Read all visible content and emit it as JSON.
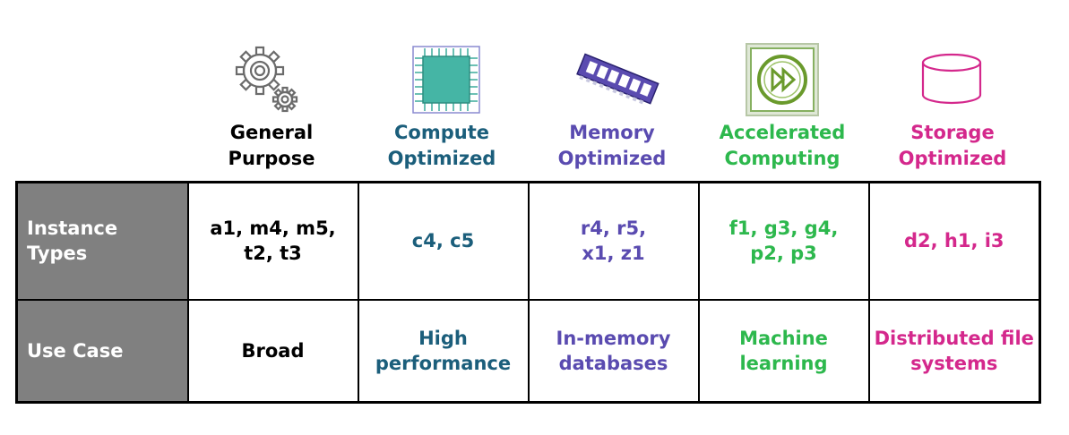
{
  "colors": {
    "general": "#000000",
    "compute": "#1b5e7b",
    "memory": "#5a4bb0",
    "accelerated": "#2db84d",
    "storage": "#d4288c",
    "row_header_bg": "#808080"
  },
  "columns": [
    {
      "key": "general",
      "icon": "gears-icon",
      "heading": [
        "General",
        "Purpose"
      ]
    },
    {
      "key": "compute",
      "icon": "chip-icon",
      "heading": [
        "Compute",
        "Optimized"
      ]
    },
    {
      "key": "memory",
      "icon": "memory-module-icon",
      "heading": [
        "Memory",
        "Optimized"
      ]
    },
    {
      "key": "accelerated",
      "icon": "fast-forward-icon",
      "heading": [
        "Accelerated",
        "Computing"
      ]
    },
    {
      "key": "storage",
      "icon": "database-cylinder-icon",
      "heading": [
        "Storage",
        "Optimized"
      ]
    }
  ],
  "rows": [
    {
      "label": "Instance Types",
      "cells": [
        [
          "a1, m4, m5,",
          "t2, t3"
        ],
        [
          "c4, c5"
        ],
        [
          "r4, r5,",
          "x1, z1"
        ],
        [
          "f1, g3, g4,",
          "p2, p3"
        ],
        [
          "d2, h1, i3"
        ]
      ]
    },
    {
      "label": "Use Case",
      "cells": [
        [
          "Broad"
        ],
        [
          "High",
          "performance"
        ],
        [
          "In-memory",
          "databases"
        ],
        [
          "Machine",
          "learning"
        ],
        [
          "Distributed file",
          "systems"
        ]
      ]
    }
  ]
}
